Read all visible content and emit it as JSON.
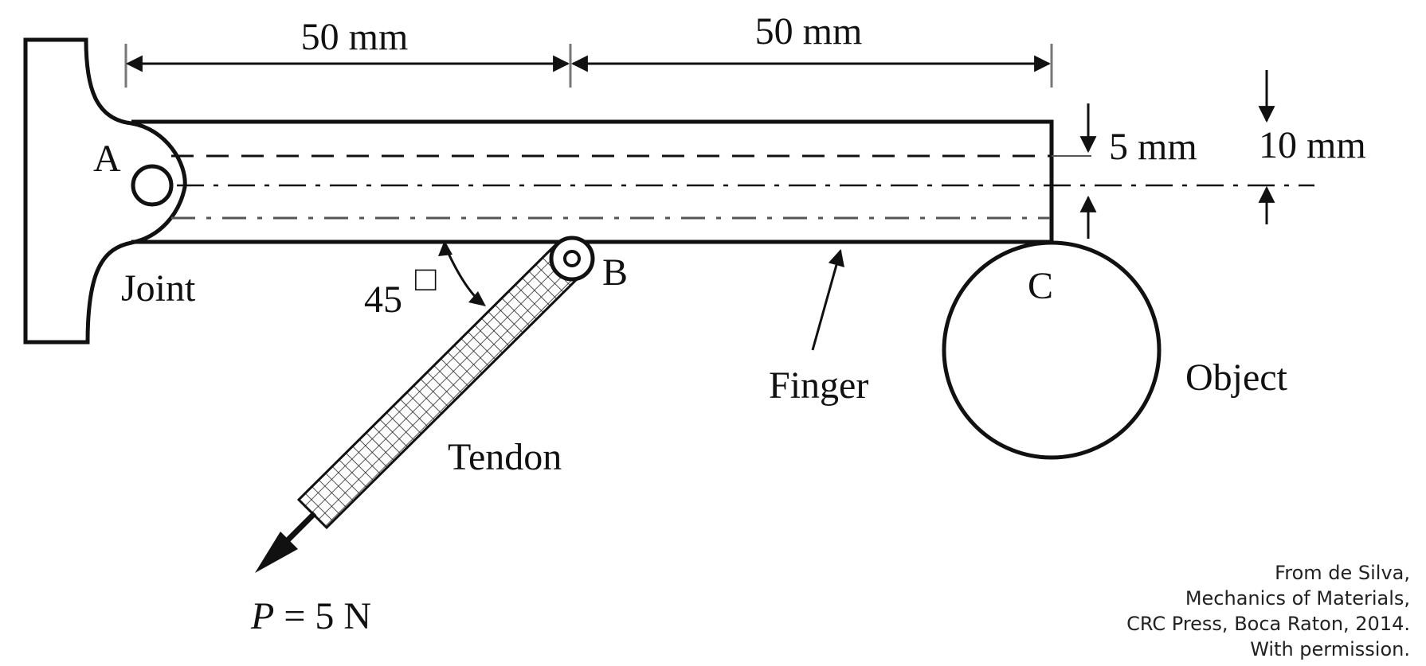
{
  "diagram": {
    "dimensions": {
      "left_length": "50 mm",
      "right_length": "50 mm",
      "tendon_offset": "5 mm",
      "finger_thickness": "10 mm"
    },
    "labels": {
      "point_a": "A",
      "point_b": "B",
      "point_c": "C",
      "joint": "Joint",
      "finger": "Finger",
      "object": "Object",
      "tendon": "Tendon",
      "angle": "45",
      "angle_mark": "□",
      "force_symbol": "P",
      "force_value": " = 5 N"
    }
  },
  "credit": {
    "line1": "From de Silva,",
    "line2": "Mechanics of Materials,",
    "line3": "CRC Press, Boca Raton, 2014.",
    "line4": "With permission."
  }
}
